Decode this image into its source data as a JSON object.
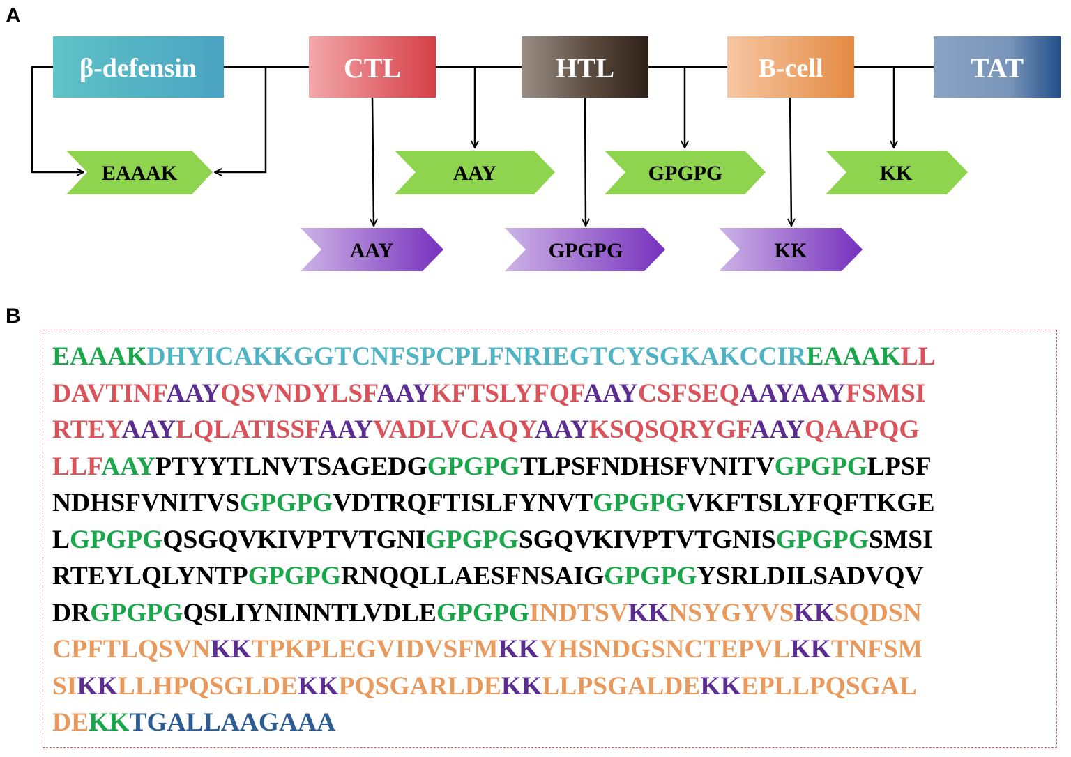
{
  "panels": {
    "a": "A",
    "b": "B"
  },
  "colors": {
    "defensin": "#4fb3c4",
    "ctl": "#d9535a",
    "htl_dark": "#3a2c22",
    "bcell": "#e89a5e",
    "tat": "#2c5c92",
    "linker_green": "#8fd44e",
    "linker_purple": "#7a3bbf",
    "seq_green": "#1aa64a",
    "seq_purple": "#5c2d91",
    "seq_black": "#000000"
  },
  "constructs": [
    {
      "id": "defensin",
      "label": "β-defensin"
    },
    {
      "id": "ctl",
      "label": "CTL"
    },
    {
      "id": "htl",
      "label": "HTL"
    },
    {
      "id": "bcell",
      "label": "B-cell"
    },
    {
      "id": "tat",
      "label": "TAT"
    }
  ],
  "linkers": [
    {
      "id": "eaaak",
      "label": "EAAAK",
      "color": "green"
    },
    {
      "id": "aay-top",
      "label": "AAY",
      "color": "green"
    },
    {
      "id": "gpgpg-top",
      "label": "GPGPG",
      "color": "green"
    },
    {
      "id": "kk-top",
      "label": "KK",
      "color": "green"
    },
    {
      "id": "aay-bottom",
      "label": "AAY",
      "color": "purple"
    },
    {
      "id": "gpgpg-bottom",
      "label": "GPGPG",
      "color": "purple"
    },
    {
      "id": "kk-bottom",
      "label": "KK",
      "color": "purple"
    }
  ],
  "sequence_lines": [
    [
      [
        "EAAAK",
        "g"
      ],
      [
        "DHYICAKKGGTCNFSPCPLFNRIEGTCYSGKAKCCIR",
        "t"
      ],
      [
        "EAAAK",
        "g"
      ],
      [
        "LL",
        "r"
      ]
    ],
    [
      [
        "DAVTINF",
        "r"
      ],
      [
        "AAY",
        "p"
      ],
      [
        "QSVNDYLSF",
        "r"
      ],
      [
        "AAY",
        "p"
      ],
      [
        "KFTSLYFQF",
        "r"
      ],
      [
        "AAY",
        "p"
      ],
      [
        "CSFSEQ",
        "r"
      ],
      [
        "AAY",
        "p"
      ],
      [
        "AAY",
        "p"
      ],
      [
        "FSMSI",
        "r"
      ]
    ],
    [
      [
        "RTEY",
        "r"
      ],
      [
        "AAY",
        "p"
      ],
      [
        "LQLATISSF",
        "r"
      ],
      [
        "AAY",
        "p"
      ],
      [
        "VADLVCAQY",
        "r"
      ],
      [
        "AAY",
        "p"
      ],
      [
        "KSQSQRYGF",
        "r"
      ],
      [
        "AAY",
        "p"
      ],
      [
        "QAAPQG",
        "r"
      ]
    ],
    [
      [
        "LLF",
        "r"
      ],
      [
        "AAY",
        "g"
      ],
      [
        "PTYYTLNVTSAGEDG",
        "k"
      ],
      [
        "GPGPG",
        "g"
      ],
      [
        "TLPSFNDHSFVNITV",
        "k"
      ],
      [
        "GPGPG",
        "g"
      ],
      [
        "LPSF",
        "k"
      ]
    ],
    [
      [
        "NDHSFVNITVS",
        "k"
      ],
      [
        "GPGPG",
        "g"
      ],
      [
        "VDTRQFTISLFYNVT",
        "k"
      ],
      [
        "GPGPG",
        "g"
      ],
      [
        "VKFTSLYFQFTKGE",
        "k"
      ]
    ],
    [
      [
        "L",
        "k"
      ],
      [
        "GPGPG",
        "g"
      ],
      [
        "QSGQVKIVPTVTGNI",
        "k"
      ],
      [
        "GPGPG",
        "g"
      ],
      [
        "SGQVKIVPTVTGNIS",
        "k"
      ],
      [
        "GPGPG",
        "g"
      ],
      [
        "SMSI",
        "k"
      ]
    ],
    [
      [
        "RTEYLQLYNTP",
        "k"
      ],
      [
        "GPGPG",
        "g"
      ],
      [
        "RNQQLLAESFNSAIG",
        "k"
      ],
      [
        "GPGPG",
        "g"
      ],
      [
        "YSRLDILSADVQV",
        "k"
      ]
    ],
    [
      [
        "DR",
        "k"
      ],
      [
        "GPGPG",
        "g"
      ],
      [
        "QSLIYNINNTLVDLE",
        "k"
      ],
      [
        "GPGPG",
        "g"
      ],
      [
        "INDTSV",
        "o"
      ],
      [
        "KK",
        "p"
      ],
      [
        "NSYGYVS",
        "o"
      ],
      [
        "KK",
        "p"
      ],
      [
        "SQDSN",
        "o"
      ]
    ],
    [
      [
        "CPFTLQSVN",
        "o"
      ],
      [
        "KK",
        "p"
      ],
      [
        "TPKPLEGVIDVSFM",
        "o"
      ],
      [
        "KK",
        "p"
      ],
      [
        "YHSNDGSNCTEPVL",
        "o"
      ],
      [
        "KK",
        "p"
      ],
      [
        "TNFSM",
        "o"
      ]
    ],
    [
      [
        "SI",
        "o"
      ],
      [
        "KK",
        "p"
      ],
      [
        "LLHPQSGLDE",
        "o"
      ],
      [
        "KK",
        "p"
      ],
      [
        "PQSGARLDE",
        "o"
      ],
      [
        "KK",
        "p"
      ],
      [
        "LLPSGALDE",
        "o"
      ],
      [
        "KK",
        "p"
      ],
      [
        "EPLLPQSGAL",
        "o"
      ]
    ],
    [
      [
        "DE",
        "o"
      ],
      [
        "KK",
        "g"
      ],
      [
        "TGALLAAGAAA",
        "b"
      ]
    ]
  ]
}
